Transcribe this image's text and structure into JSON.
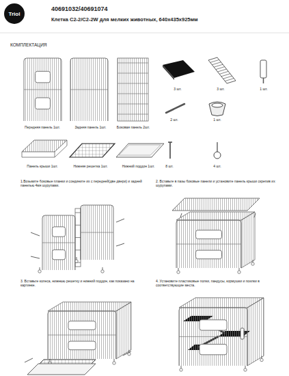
{
  "diagram": {
    "title": "Клетка C2-2/C2-2W для мелких животных, 640x435x925мм",
    "nodes": [
      {
        "text": [
          "Triol"
        ]
      }
    ],
    "labels": [
      "40691032/40691074",
      "КОМПЛЕКТАЦИЯ",
      "Передняя панель 1шт.",
      "Задняя панель 1шт.",
      "Боковая панель 2шт.",
      "3 шт.",
      "3 шт.",
      "1 шт.",
      "2 шт.",
      "1 шт.",
      "Панель крыши 1шт.",
      "Нижняя решетка 1шт.",
      "Нижний поддон 1шт.",
      "8 шт.",
      "4 шт.",
      "1.Возьмите боковые планки и соедините их с передней(две двери) и задней панелью 4мя шурупами.",
      "2. Вставьте в пазы боковые панели и установите панель крыши скрепив их шурупами.",
      "3. Вставьте колеса, нижнюю решетку и нижний поддон, как показано на картинке.",
      "4. Установите пластиковые полки, пандусы, кормушки и поилки в соответствующие места."
    ]
  }
}
